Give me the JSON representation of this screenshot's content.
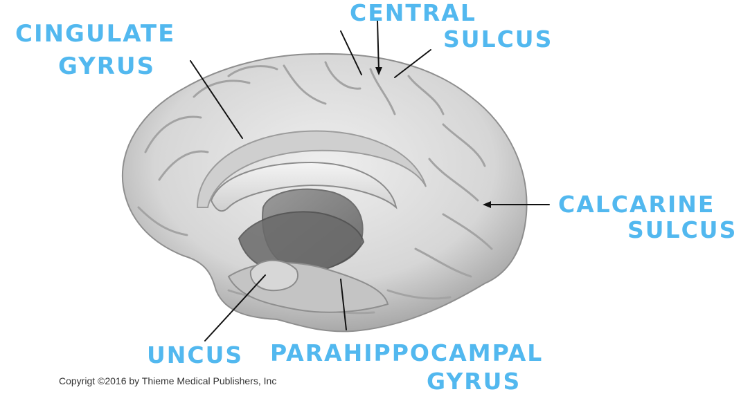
{
  "labels": {
    "cingulate_gyrus": "CINGULATE\nGYRUS",
    "central_sulcus_line1": "CENTRAL",
    "central_sulcus_line2": "SULCUS",
    "calcarine_sulcus_line1": "CALCARINE",
    "calcarine_sulcus_line2": "SULCUS",
    "uncus": "UNCUS",
    "parahippocampal_line1": "PARAHIPPOCAMPAL",
    "parahippocampal_line2": "GYRUS",
    "cingulate_line1": "CINGULATE",
    "cingulate_line2": "GYRUS"
  },
  "copyright": "Copyrigt ©2016 by Thieme Medical Publishers, Inc",
  "colors": {
    "label": "#52b8ef",
    "leader": "#111111",
    "brain_light": "#e6e6e6",
    "brain_mid": "#bdbdbd",
    "brain_dark": "#7a7a7a"
  }
}
